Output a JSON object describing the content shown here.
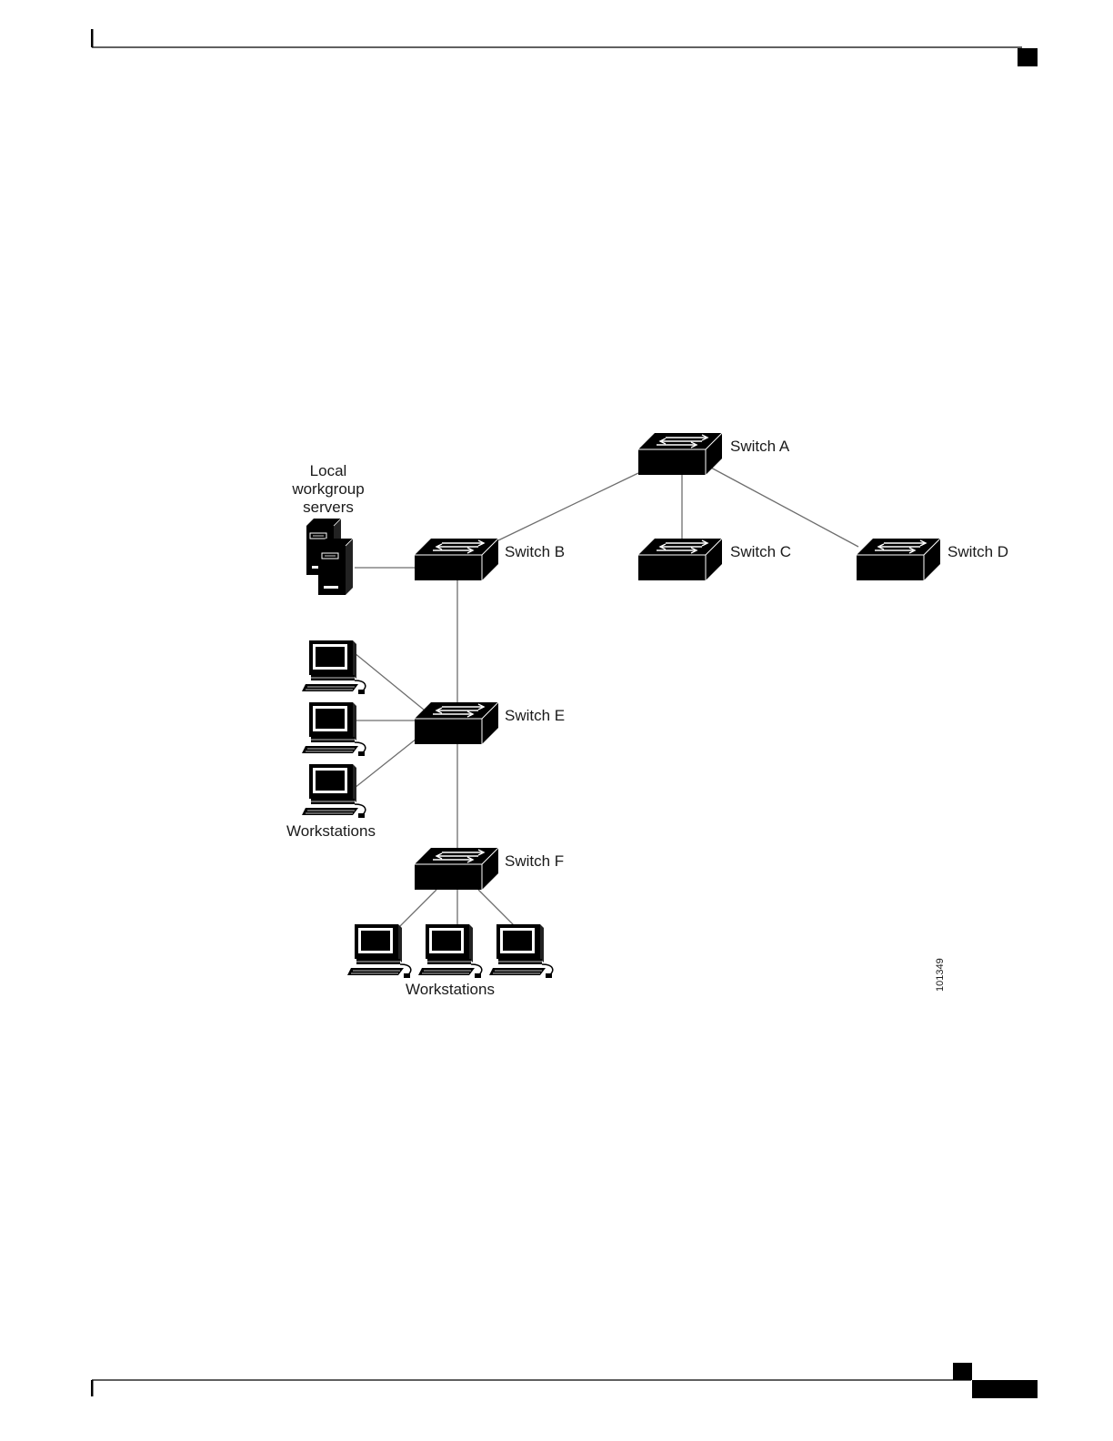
{
  "diagram": {
    "switches": [
      {
        "id": "A",
        "label": "Switch A"
      },
      {
        "id": "B",
        "label": "Switch B"
      },
      {
        "id": "C",
        "label": "Switch C"
      },
      {
        "id": "D",
        "label": "Switch D"
      },
      {
        "id": "E",
        "label": "Switch E"
      },
      {
        "id": "F",
        "label": "Switch F"
      }
    ],
    "servers_label": [
      "Local",
      "workgroup",
      "servers"
    ],
    "workstations_e_label": "Workstations",
    "workstations_f_label": "Workstations",
    "figure_id": "101349",
    "links": [
      [
        "A",
        "B"
      ],
      [
        "A",
        "C"
      ],
      [
        "A",
        "D"
      ],
      [
        "B",
        "servers"
      ],
      [
        "B",
        "E"
      ],
      [
        "E",
        "F"
      ],
      [
        "E",
        "ws-e-1"
      ],
      [
        "E",
        "ws-e-2"
      ],
      [
        "E",
        "ws-e-3"
      ],
      [
        "F",
        "ws-f-1"
      ],
      [
        "F",
        "ws-f-2"
      ],
      [
        "F",
        "ws-f-3"
      ]
    ]
  }
}
